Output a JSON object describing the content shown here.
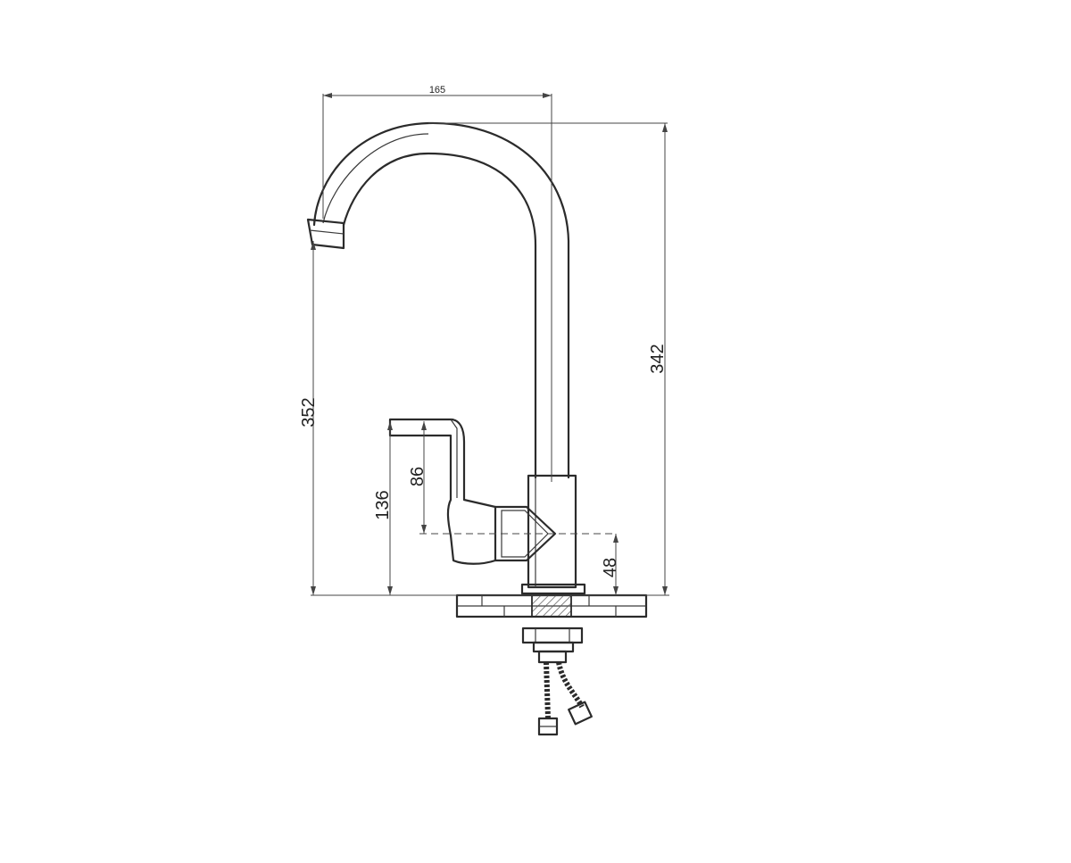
{
  "dimensions": {
    "top_width": "165",
    "total_height": "342",
    "spout_height": "352",
    "lever_height": "136",
    "lever_grip": "86",
    "inlet_offset": "48"
  },
  "colors": {
    "line": "#2b2b2b",
    "background": "#ffffff",
    "hatch": "#555555"
  }
}
